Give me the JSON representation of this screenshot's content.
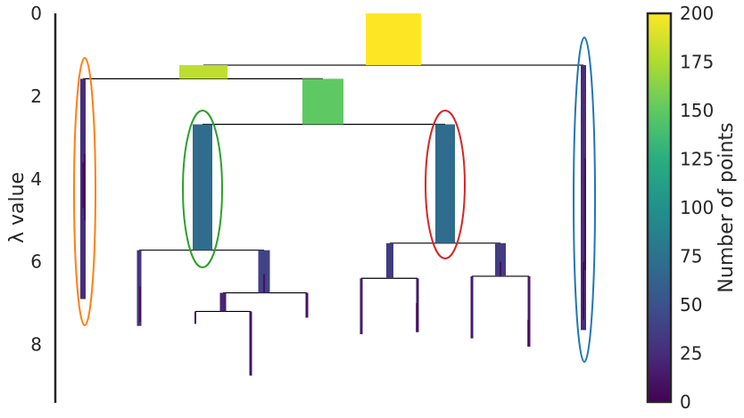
{
  "chart_data": {
    "type": "tree",
    "ylabel": "λ value",
    "ylim": [
      0,
      9.3
    ],
    "yticks": [
      "0",
      "2",
      "4",
      "6",
      "8"
    ],
    "colorbar": {
      "label": "Number of points",
      "range": [
        0,
        200
      ],
      "ticks": [
        "0",
        "25",
        "50",
        "75",
        "100",
        "125",
        "150",
        "175",
        "200"
      ],
      "colormap": "viridis"
    },
    "nodes": [
      {
        "id": "root",
        "points": 200,
        "lambda_start": 0,
        "lambda_end": 1.25
      },
      {
        "id": "n_left",
        "points": 180,
        "lambda_start": 1.25,
        "lambda_end": 1.58
      },
      {
        "id": "n_mid",
        "points": 150,
        "lambda_start": 1.58,
        "lambda_end": 2.68
      },
      {
        "id": "c_green",
        "points": 70,
        "lambda_start": 2.68,
        "lambda_end": 5.72
      },
      {
        "id": "c_red",
        "points": 70,
        "lambda_start": 2.68,
        "lambda_end": 5.55
      },
      {
        "id": "c_orange",
        "points": 25,
        "lambda_start": 1.58,
        "lambda_end": 6.9
      },
      {
        "id": "c_blue",
        "points": 25,
        "lambda_start": 1.25,
        "lambda_end": 7.65
      },
      {
        "id": "g_left",
        "points": 30,
        "lambda_start": 5.72,
        "lambda_end": 7.55
      },
      {
        "id": "g_right",
        "points": 40,
        "lambda_start": 5.72,
        "lambda_end": 6.75
      },
      {
        "id": "gr_right",
        "points": 10,
        "lambda_start": 6.75,
        "lambda_end": 7.35
      },
      {
        "id": "gr_left",
        "points": 20,
        "lambda_start": 6.75,
        "lambda_end": 7.2
      },
      {
        "id": "grl_left",
        "points": 8,
        "lambda_start": 7.2,
        "lambda_end": 7.5
      },
      {
        "id": "grl_right",
        "points": 12,
        "lambda_start": 7.2,
        "lambda_end": 8.75
      },
      {
        "id": "r_left",
        "points": 35,
        "lambda_start": 5.55,
        "lambda_end": 6.4
      },
      {
        "id": "r_right",
        "points": 35,
        "lambda_start": 5.55,
        "lambda_end": 6.35
      },
      {
        "id": "rl_left",
        "points": 15,
        "lambda_start": 6.4,
        "lambda_end": 7.75
      },
      {
        "id": "rl_right",
        "points": 15,
        "lambda_start": 6.4,
        "lambda_end": 7.7
      },
      {
        "id": "rr_left",
        "points": 15,
        "lambda_start": 6.35,
        "lambda_end": 7.85
      },
      {
        "id": "rr_right",
        "points": 15,
        "lambda_start": 6.35,
        "lambda_end": 8.05
      }
    ],
    "selected_clusters": [
      {
        "node": "c_blue",
        "color": "#1f77b4"
      },
      {
        "node": "c_orange",
        "color": "#ff7f0e"
      },
      {
        "node": "c_green",
        "color": "#2ca02c"
      },
      {
        "node": "c_red",
        "color": "#d62728"
      }
    ]
  }
}
